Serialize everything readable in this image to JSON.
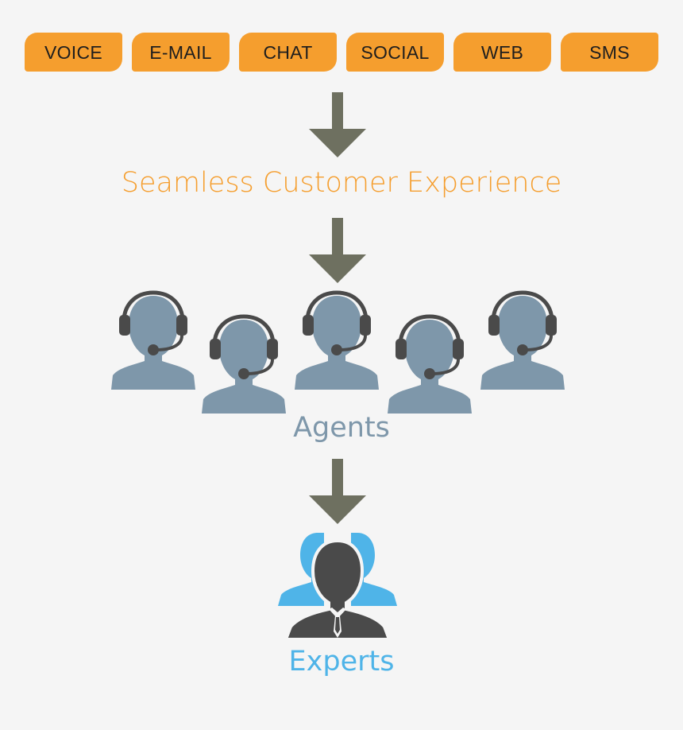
{
  "channels": [
    "VOICE",
    "E-MAIL",
    "CHAT",
    "SOCIAL",
    "WEB",
    "SMS"
  ],
  "labels": {
    "experience": "Seamless Customer Experience",
    "agents": "Agents",
    "experts": "Experts"
  },
  "colors": {
    "background": "#f5f5f5",
    "channel_fill": "#f59e2e",
    "channel_text": "#1e1e1e",
    "arrow": "#6e7060",
    "agent_body": "#7e97aa",
    "headset": "#4a4a4a",
    "experience_text": "#f59e2e",
    "agents_text": "#7e97aa",
    "experts_text": "#4fb4e8",
    "expert_front": "#4a4a4a",
    "expert_back": "#4fb4e8"
  },
  "icons": {
    "arrow": "arrow-down-icon",
    "agent": "headset-agent-icon",
    "experts": "expert-group-icon"
  }
}
